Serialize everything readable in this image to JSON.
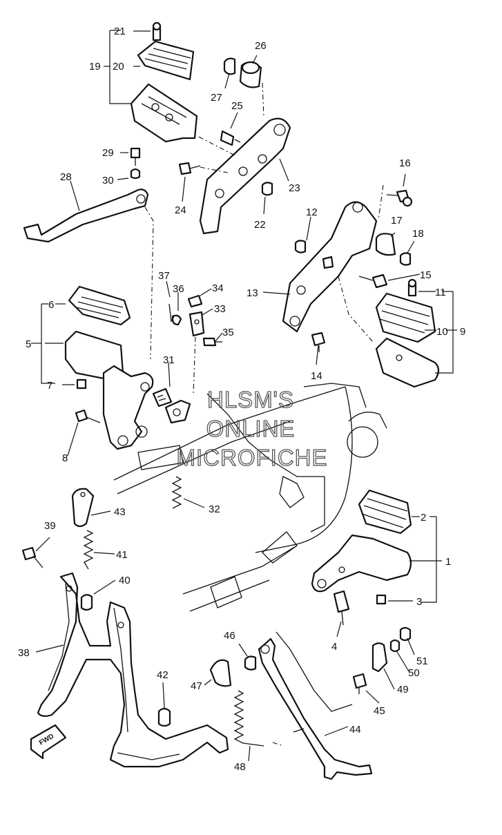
{
  "watermark": {
    "line1": "HLSM'S",
    "line2": "ONLINE",
    "line3": "MICROFICHE"
  },
  "fwd_label": "FWD",
  "callouts": [
    {
      "id": "c1",
      "text": "1"
    },
    {
      "id": "c2",
      "text": "2"
    },
    {
      "id": "c3",
      "text": "3"
    },
    {
      "id": "c4",
      "text": "4"
    },
    {
      "id": "c5",
      "text": "5"
    },
    {
      "id": "c6",
      "text": "6"
    },
    {
      "id": "c7",
      "text": "7"
    },
    {
      "id": "c8",
      "text": "8"
    },
    {
      "id": "c9",
      "text": "9"
    },
    {
      "id": "c10",
      "text": "10"
    },
    {
      "id": "c11",
      "text": "11"
    },
    {
      "id": "c12",
      "text": "12"
    },
    {
      "id": "c13",
      "text": "13"
    },
    {
      "id": "c14",
      "text": "14"
    },
    {
      "id": "c15",
      "text": "15"
    },
    {
      "id": "c16",
      "text": "16"
    },
    {
      "id": "c17",
      "text": "17"
    },
    {
      "id": "c18",
      "text": "18"
    },
    {
      "id": "c19",
      "text": "19"
    },
    {
      "id": "c20",
      "text": "20"
    },
    {
      "id": "c21",
      "text": "21"
    },
    {
      "id": "c22",
      "text": "22"
    },
    {
      "id": "c23",
      "text": "23"
    },
    {
      "id": "c24",
      "text": "24"
    },
    {
      "id": "c25",
      "text": "25"
    },
    {
      "id": "c26",
      "text": "26"
    },
    {
      "id": "c27",
      "text": "27"
    },
    {
      "id": "c28",
      "text": "28"
    },
    {
      "id": "c29",
      "text": "29"
    },
    {
      "id": "c30",
      "text": "30"
    },
    {
      "id": "c31",
      "text": "31"
    },
    {
      "id": "c32",
      "text": "32"
    },
    {
      "id": "c33",
      "text": "33"
    },
    {
      "id": "c34",
      "text": "34"
    },
    {
      "id": "c35",
      "text": "35"
    },
    {
      "id": "c36",
      "text": "36"
    },
    {
      "id": "c37",
      "text": "37"
    },
    {
      "id": "c38",
      "text": "38"
    },
    {
      "id": "c39",
      "text": "39"
    },
    {
      "id": "c40",
      "text": "40"
    },
    {
      "id": "c41",
      "text": "41"
    },
    {
      "id": "c42",
      "text": "42"
    },
    {
      "id": "c43",
      "text": "43"
    },
    {
      "id": "c44",
      "text": "44"
    },
    {
      "id": "c45",
      "text": "45"
    },
    {
      "id": "c46",
      "text": "46"
    },
    {
      "id": "c47",
      "text": "47"
    },
    {
      "id": "c48",
      "text": "48"
    },
    {
      "id": "c49",
      "text": "49"
    },
    {
      "id": "c50",
      "text": "50"
    },
    {
      "id": "c51",
      "text": "51"
    }
  ]
}
